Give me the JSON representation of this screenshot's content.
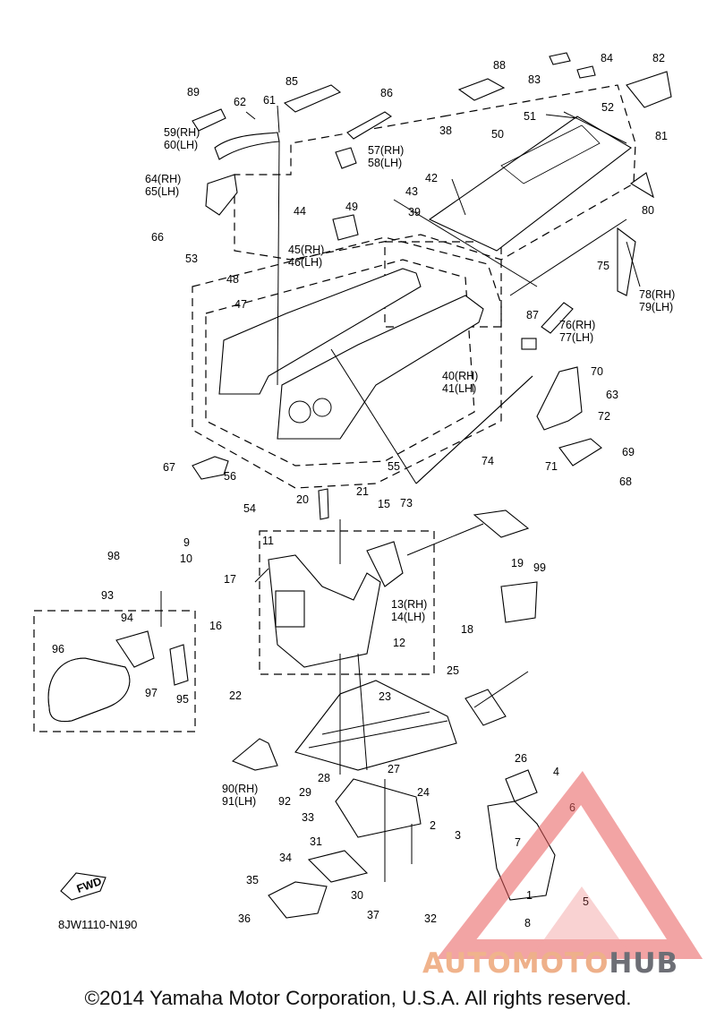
{
  "diagram": {
    "code": "8JW1110-N190",
    "fwd_label": "FWD",
    "copyright": "©2014 Yamaha Motor Corporation, U.S.A. All rights reserved.",
    "watermark": {
      "part1": "AUTO",
      "part2": "MOTO",
      "part3": "HUB",
      "colors": {
        "accent": "#f0b38c",
        "gray": "#6d6e75",
        "triangle": "#e85a5a"
      }
    },
    "callouts": [
      "1",
      "2",
      "3",
      "4",
      "5",
      "6",
      "7",
      "8",
      "9",
      "10",
      "11",
      "12",
      "13(RH)",
      "14(LH)",
      "15",
      "16",
      "17",
      "18",
      "19",
      "20",
      "21",
      "22",
      "23",
      "24",
      "25",
      "26",
      "27",
      "28",
      "29",
      "30",
      "31",
      "32",
      "33",
      "34",
      "35",
      "36",
      "37",
      "38",
      "39",
      "40(RH)",
      "41(LH)",
      "42",
      "43",
      "44",
      "45(RH)",
      "46(LH)",
      "47",
      "48",
      "49",
      "50",
      "51",
      "52",
      "53",
      "54",
      "55",
      "56",
      "57(RH)",
      "58(LH)",
      "59(RH)",
      "60(LH)",
      "61",
      "62",
      "63",
      "64(RH)",
      "65(LH)",
      "66",
      "67",
      "68",
      "69",
      "70",
      "71",
      "72",
      "73",
      "74",
      "75",
      "76(RH)",
      "77(LH)",
      "78(RH)",
      "79(LH)",
      "80",
      "81",
      "82",
      "83",
      "84",
      "85",
      "86",
      "87",
      "88",
      "89",
      "90(RH)",
      "91(LH)",
      "92",
      "93",
      "94",
      "95",
      "96",
      "97",
      "98",
      "99"
    ]
  }
}
